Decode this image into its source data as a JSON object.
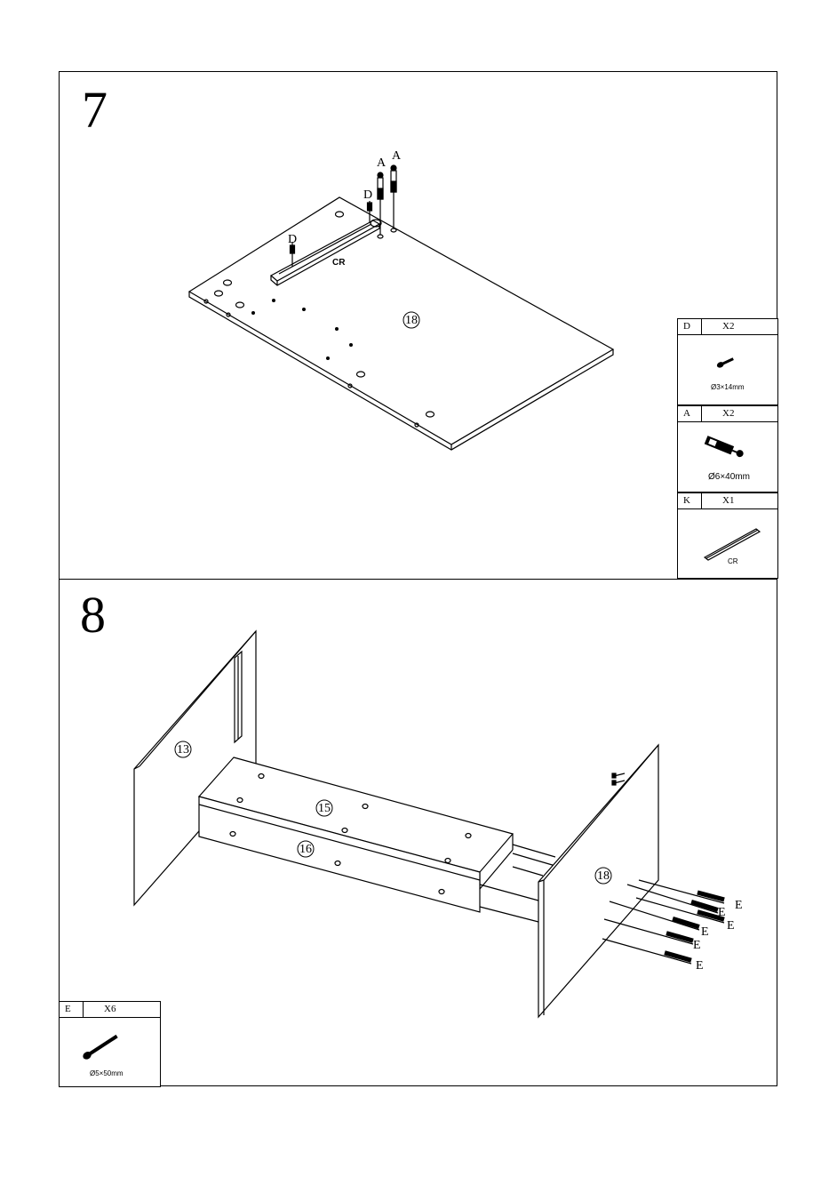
{
  "step7": {
    "number": "7",
    "panel_label": "18",
    "labels": {
      "a1": "A",
      "a2": "A",
      "d1": "D",
      "d2": "D",
      "cr": "CR"
    },
    "parts": [
      {
        "code": "D",
        "qty": "X2",
        "size": "Ø3×14mm",
        "icon": "small-screw-icon"
      },
      {
        "code": "A",
        "qty": "X2",
        "size": "Ø6×40mm",
        "icon": "dowel-cam-bolt-icon"
      },
      {
        "code": "K",
        "qty": "X1",
        "size": "CR",
        "icon": "drawer-rail-icon"
      }
    ]
  },
  "step8": {
    "number": "8",
    "panel_labels": {
      "left_side": "13",
      "top_rail": "15",
      "front_rail": "16",
      "right_side": "18"
    },
    "screw_label": "E",
    "screw_labels": [
      "E",
      "E",
      "E",
      "E",
      "E"
    ],
    "parts": [
      {
        "code": "E",
        "qty": "X6",
        "size": "Ø5×50mm",
        "icon": "long-screw-icon"
      }
    ]
  }
}
